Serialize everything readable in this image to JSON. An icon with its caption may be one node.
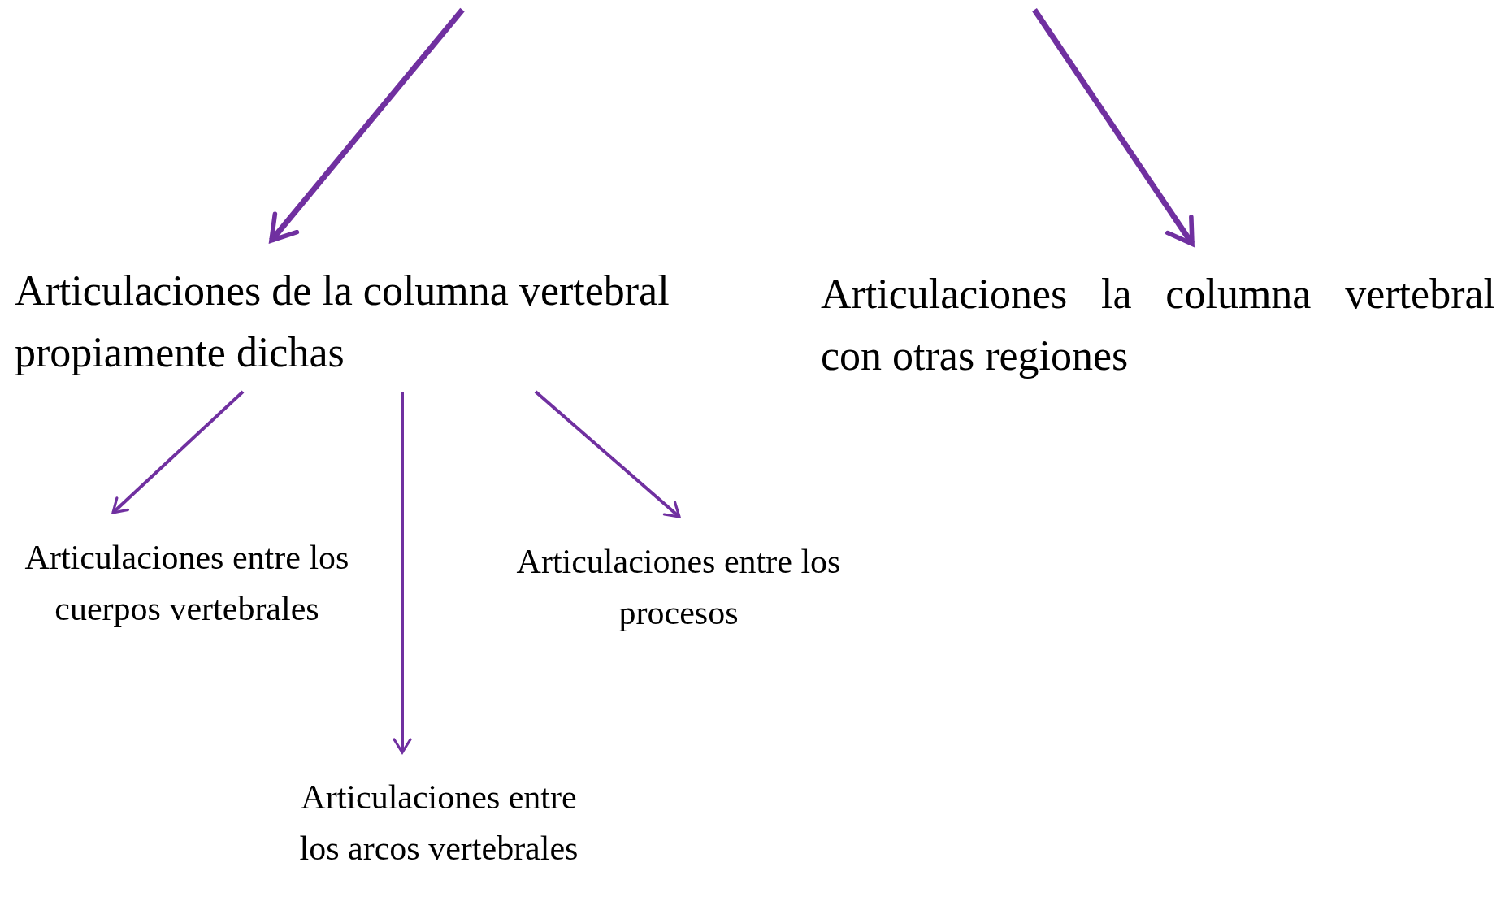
{
  "diagram": {
    "nodes": [
      {
        "text": [
          "Articulaciones de la columna vertebral propiamente dichas"
        ]
      },
      {
        "text": [
          "Articulaciones la columna vertebral con otras regiones"
        ]
      },
      {
        "text": [
          "Articulaciones entre los cuerpos vertebrales"
        ]
      },
      {
        "text": [
          "Articulaciones entre los arcos vertebrales"
        ]
      },
      {
        "text": [
          "Articulaciones entre los procesos"
        ]
      }
    ],
    "edges": [
      {
        "from": null,
        "to": 0,
        "arrow": "to"
      },
      {
        "from": null,
        "to": 1,
        "arrow": "to"
      },
      {
        "from": 0,
        "to": 2,
        "arrow": "to"
      },
      {
        "from": 0,
        "to": 3,
        "arrow": "to"
      },
      {
        "from": 0,
        "to": 4,
        "arrow": "to"
      }
    ]
  }
}
